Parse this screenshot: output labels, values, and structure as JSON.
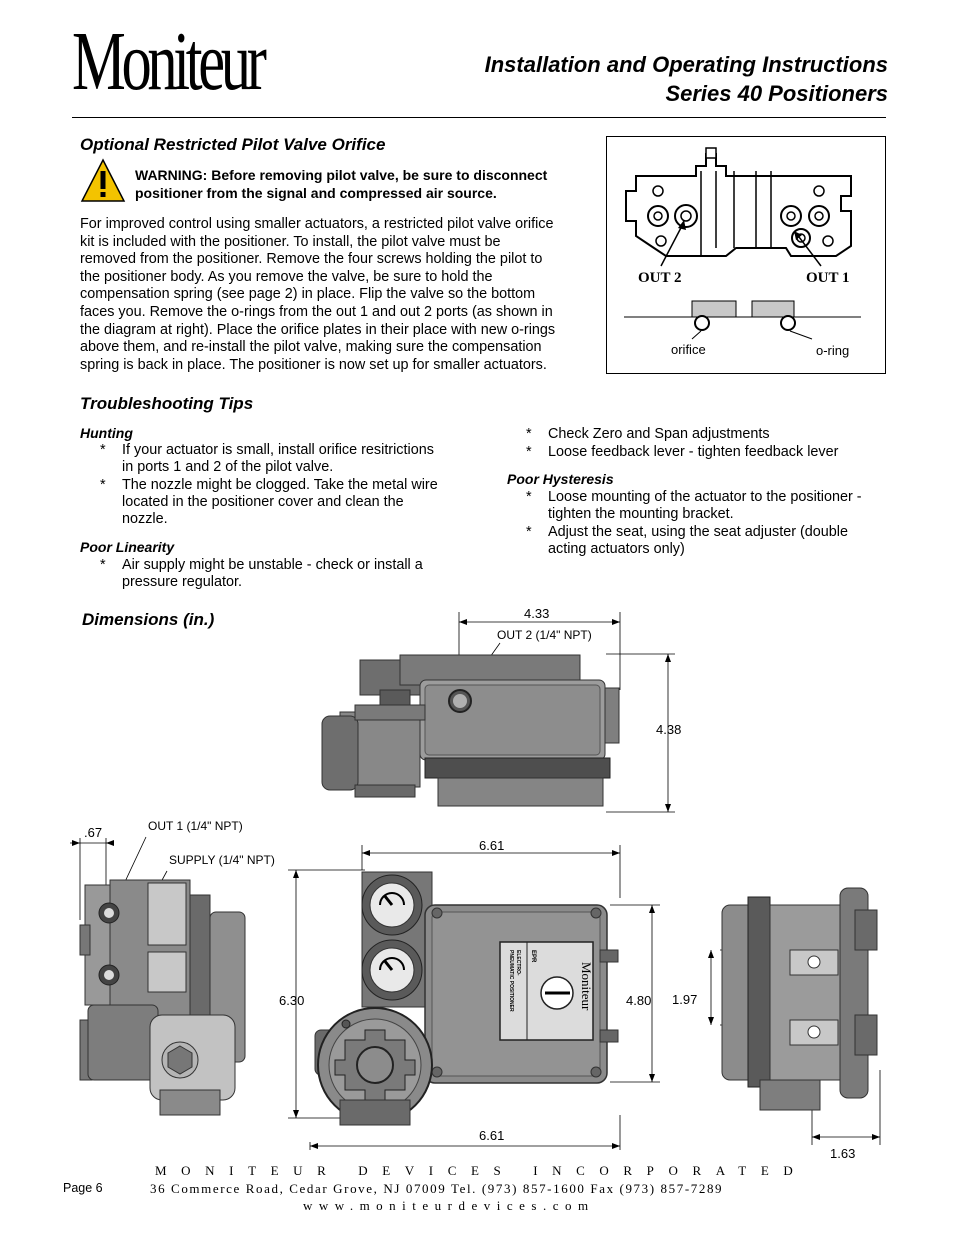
{
  "header": {
    "logo": "Moniteur",
    "title_line1": "Installation and Operating Instructions",
    "title_line2": "Series 40 Positioners"
  },
  "orifice_section": {
    "heading": "Optional Restricted Pilot Valve Orifice",
    "warning": "WARNING: Before removing pilot valve, be sure to disconnect positioner from  the signal and compressed air source.",
    "body_lines": [
      "For improved control using smaller actuators,  a restricted pilot valve orifice",
      "kit is included with the positioner. To install, the pilot valve must be",
      "removed from the positioner. Remove the four screws holding the pilot to",
      "the positioner body. As you remove the valve, be sure to hold the",
      "compensation spring (see page 2) in place. Flip the valve so the bottom",
      "faces you. Remove the o-rings from the out 1 and out 2 ports (as shown in",
      "the diagram at right). Place the orifice plates in their place with new o-rings",
      "above them, and re-install the pilot valve, making sure the compensation",
      "spring is back in place. The positioner is now  set up for smaller actuators."
    ],
    "figure": {
      "out2": "OUT 2",
      "out1": "OUT 1",
      "orifice": "orifice",
      "oring": "o-ring"
    }
  },
  "troubleshooting": {
    "heading": "Troubleshooting Tips",
    "hunting": {
      "title": "Hunting",
      "items": [
        [
          "If your actuator is small, install orifice resitrictions",
          "in ports 1 and 2 of the pilot valve."
        ],
        [
          "The nozzle might be clogged. Take the metal wire",
          "located in the positioner cover and clean the",
          "nozzle."
        ]
      ]
    },
    "poor_linearity": {
      "title": "Poor Linearity",
      "items": [
        [
          "Air supply might be unstable - check or install a",
          "pressure regulator."
        ]
      ]
    },
    "right_items": [
      [
        "Check Zero and Span adjustments"
      ],
      [
        "Loose feedback lever - tighten feedback lever"
      ]
    ],
    "poor_hysteresis": {
      "title": "Poor Hysteresis",
      "items": [
        [
          "Loose mounting of the actuator to the positioner -",
          "tighten the mounting bracket."
        ],
        [
          "Adjust the seat, using the seat adjuster (double",
          "acting actuators only)"
        ]
      ]
    },
    "bullet": "*"
  },
  "dimensions": {
    "heading": "Dimensions (in.)",
    "top_width": "4.33",
    "top_height": "4.38",
    "out2_port": "OUT 2 (1/4\" NPT)",
    "out1_port": "OUT 1 (1/4\" NPT)",
    "supply_port": "SUPPLY (1/4\" NPT)",
    "side_offset": ".67",
    "front_width_top": "6.61",
    "front_width_bottom": "6.61",
    "front_height": "6.30",
    "face_height": "4.80",
    "right_spacing": "1.97",
    "right_depth": "1.63",
    "nameplate_brand": "Moniteur",
    "nameplate_model": "EPR",
    "nameplate_desc1": "ELECTRO-",
    "nameplate_desc2": "PNEUMATIC POSITIONER"
  },
  "footer": {
    "company": "MONITEUR DEVICES INCORPORATED",
    "address": "36 Commerce Road, Cedar Grove, NJ 07009  Tel. (973) 857-1600 Fax (973) 857-7289",
    "web": "www.moniteurdevices.com",
    "page": "Page 6"
  },
  "colors": {
    "device_body": "#8d8d8d",
    "device_dark": "#5c5c5c",
    "device_light": "#b8b8b8"
  }
}
